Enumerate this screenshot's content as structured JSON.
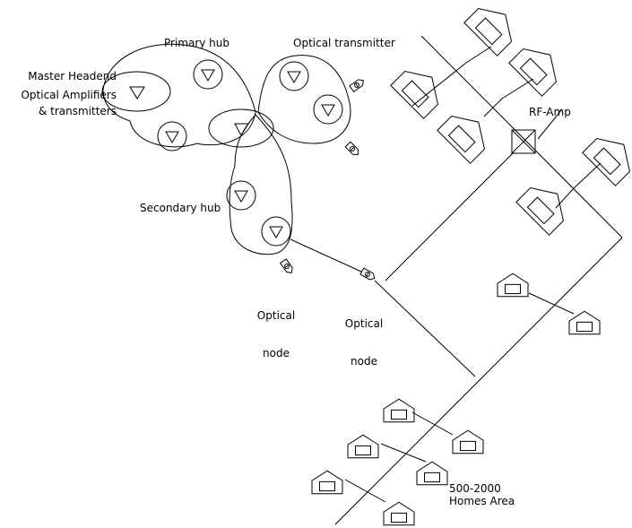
{
  "labels": {
    "master_headend_1": "Master Headend",
    "master_headend_2": "Optical Amplifiers",
    "master_headend_3": "& transmitters",
    "primary_hub": "Primary hub",
    "optical_transmitter": "Optical transmitter",
    "secondary_hub": "Secondary hub",
    "optical_node_a_1": "Optical",
    "optical_node_a_2": "node",
    "optical_node_b_1": "Optical",
    "optical_node_b_2": "node",
    "rf_amp": "RF-Amp",
    "homes_area_1": "500-2000",
    "homes_area_2": "Homes Area"
  }
}
